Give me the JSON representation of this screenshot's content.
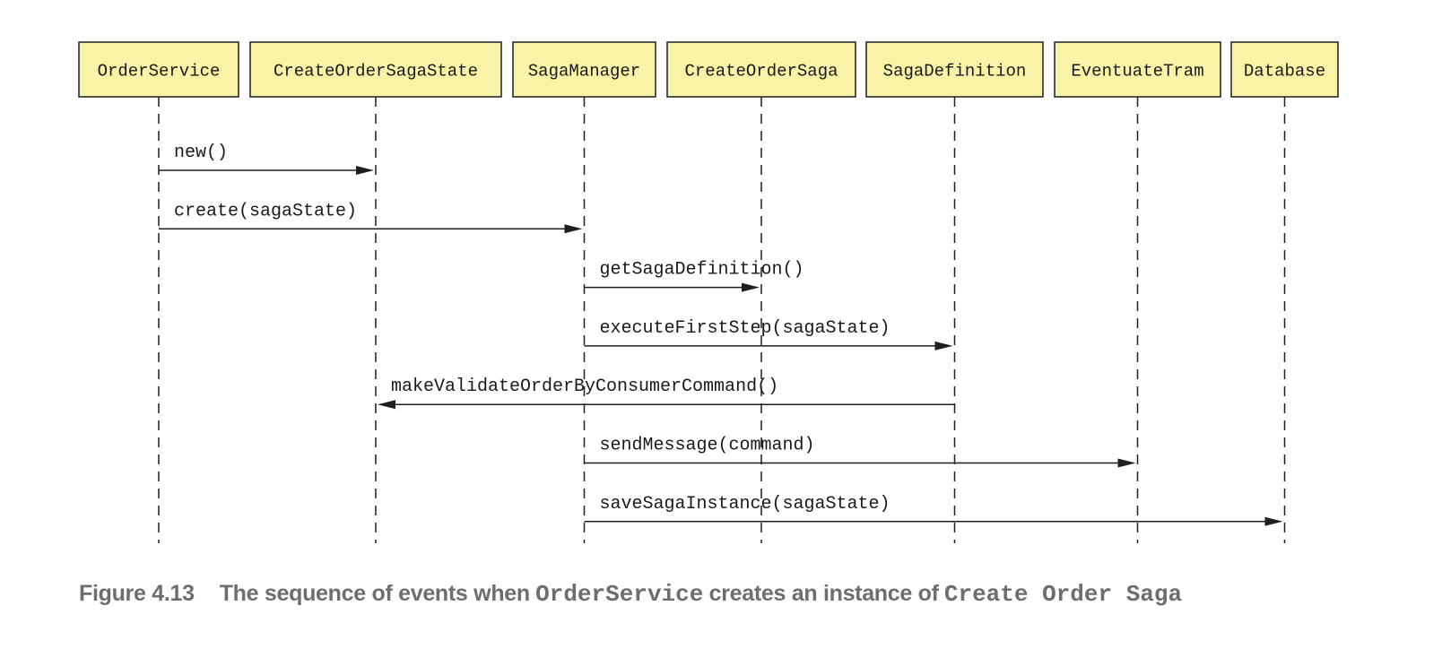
{
  "diagram": {
    "type": "sequence",
    "participants": [
      {
        "id": "order-service",
        "label": "OrderService"
      },
      {
        "id": "create-order-saga-state",
        "label": "CreateOrderSagaState"
      },
      {
        "id": "saga-manager",
        "label": "SagaManager"
      },
      {
        "id": "create-order-saga",
        "label": "CreateOrderSaga"
      },
      {
        "id": "saga-definition",
        "label": "SagaDefinition"
      },
      {
        "id": "eventuate-tram",
        "label": "EventuateTram"
      },
      {
        "id": "database",
        "label": "Database"
      }
    ],
    "messages": [
      {
        "from": "order-service",
        "to": "create-order-saga-state",
        "label": "new()"
      },
      {
        "from": "order-service",
        "to": "saga-manager",
        "label": "create(sagaState)"
      },
      {
        "from": "saga-manager",
        "to": "create-order-saga",
        "label": "getSagaDefinition()"
      },
      {
        "from": "saga-manager",
        "to": "saga-definition",
        "label": "executeFirstStep(sagaState)"
      },
      {
        "from": "saga-definition",
        "to": "create-order-saga-state",
        "label": "makeValidateOrderByConsumerCommand()"
      },
      {
        "from": "saga-manager",
        "to": "eventuate-tram",
        "label": "sendMessage(command)"
      },
      {
        "from": "saga-manager",
        "to": "database",
        "label": "saveSagaInstance(sagaState)"
      }
    ]
  },
  "caption": {
    "figure_number": "Figure 4.13",
    "text_before": "The sequence of events when",
    "code_1": "OrderService",
    "text_middle": "creates an instance of",
    "code_2": "Create Order Saga"
  },
  "colors": {
    "participant_fill": "#f8f3a6",
    "stroke": "#1f1f1f",
    "caption_text": "#6e6e6e"
  }
}
